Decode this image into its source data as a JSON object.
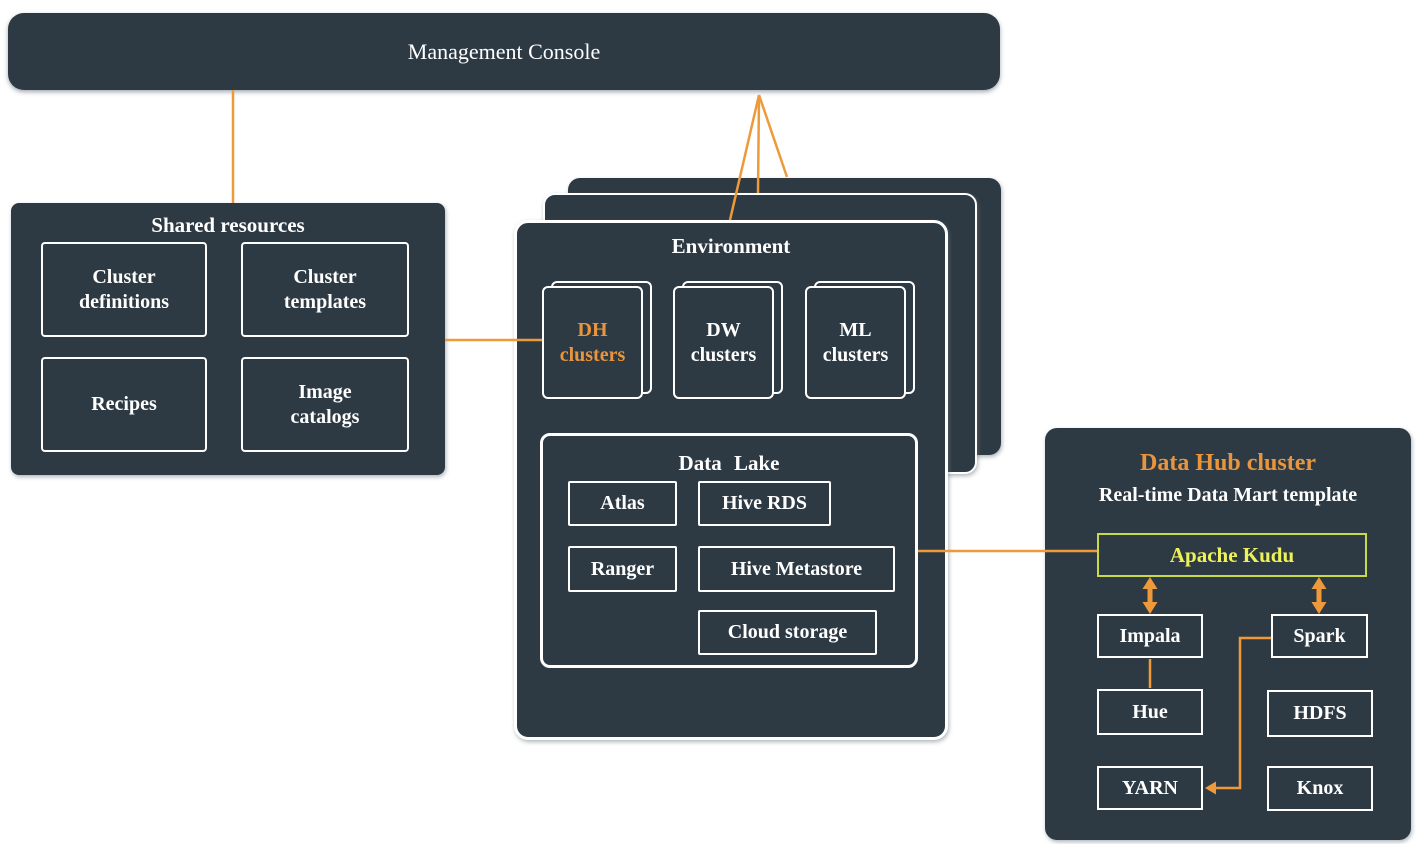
{
  "management_console": {
    "label": "Management Console"
  },
  "shared_resources": {
    "title": "Shared resources",
    "items": [
      {
        "label": "Cluster definitions"
      },
      {
        "label": "Cluster templates"
      },
      {
        "label": "Recipes"
      },
      {
        "label": "Image catalogs"
      }
    ]
  },
  "environment": {
    "title": "Environment",
    "cluster_groups": [
      {
        "label": "DH clusters",
        "highlighted": true
      },
      {
        "label": "DW clusters",
        "highlighted": false
      },
      {
        "label": "ML clusters",
        "highlighted": false
      }
    ],
    "data_lake": {
      "title": "Data Lake",
      "items": [
        {
          "label": "Atlas"
        },
        {
          "label": "Hive RDS"
        },
        {
          "label": "Ranger"
        },
        {
          "label": "Hive Metastore"
        },
        {
          "label": "Cloud storage"
        }
      ]
    }
  },
  "data_hub": {
    "title": "Data Hub cluster",
    "subtitle": "Real-time Data Mart template",
    "kudu": {
      "label": "Apache Kudu"
    },
    "services": [
      {
        "label": "Impala"
      },
      {
        "label": "Spark"
      },
      {
        "label": "Hue"
      },
      {
        "label": "HDFS"
      },
      {
        "label": "YARN"
      },
      {
        "label": "Knox"
      }
    ]
  },
  "colors": {
    "box_fill": "#2e3a43",
    "connector_orange": "#ee9a3b",
    "orange_text": "#e9953e",
    "kudu_border": "#c8d94a",
    "kudu_text": "#eef259",
    "border_white": "#ffffff"
  }
}
